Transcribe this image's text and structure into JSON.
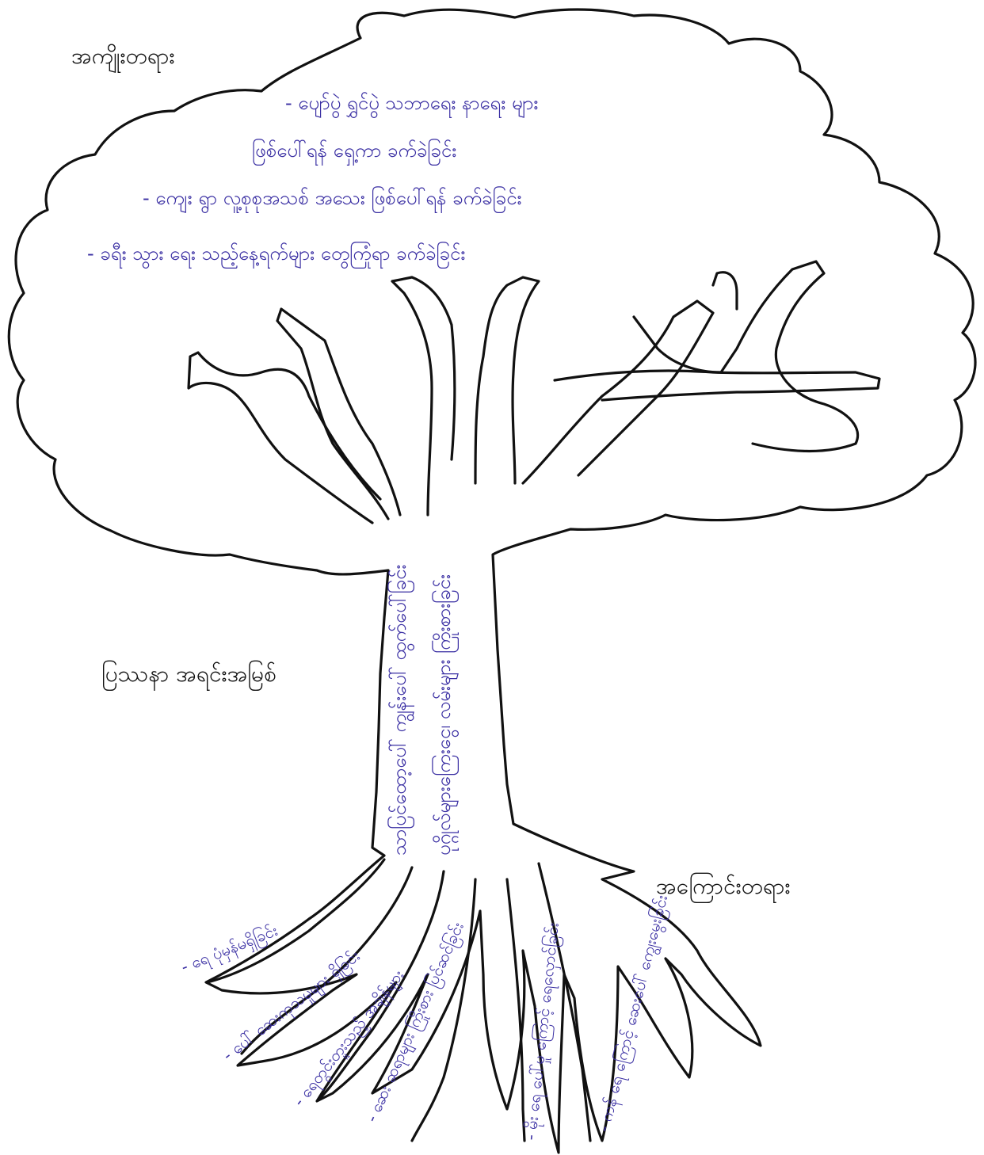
{
  "labels": {
    "effects": "အကျိုးတရား",
    "core_problem": "ပြဿနာ အရင်းအမြစ်",
    "causes": "အကြောင်းတရား"
  },
  "effects_notes": [
    "- ပျော်ပွဲ ရွှင်ပွဲ သဘာရေး နာရေး များ",
    "ဖြစ်ပေါ်ရန် ရှေ့ကာ ခက်ခဲခြင်း",
    "- ကျေး ရွာ လူ့စုစုအသစ် အသေး ဖြစ်ပေါ်ရန် ခက်ခဲခြင်း",
    "- ခရီး သွား ရေး သည့်နေ့ရက်များ တွေကြုံရာ ခက်ခဲခြင်း"
  ],
  "trunk_notes": [
    "သာပြင်ထော့ပေါ် ကျွန်းပေါ် ထွက်ပေါ်ခြင်း",
    "ပုဂ္ဂိုလ်များကြေးငွေ၊ လမ်းများ ကြိုးစားခြင်း"
  ],
  "root_notes": [
    "- ရေ ပုံမှန်မရှိခြင်း",
    "- ပေါ် ဆေးကုသမှုများ ရှိခြင်း",
    "- ရေတွင်းတူးသည့် အချိန်များ",
    "- ဆေး ဆရာများ ကြိုးစား ပြင်ဆင်ခြင်း",
    "- မိုး ရေ ပေါ်မှု ကြောင့် ရေလှောင်ခြင်း",
    "- ကန် ရေ ကြောင့် ဆေးပေါ် ကျွေးမွေးခြင်း"
  ],
  "colors": {
    "outline": "#111111",
    "handwriting": "#3a2fa3",
    "background": "#ffffff"
  }
}
